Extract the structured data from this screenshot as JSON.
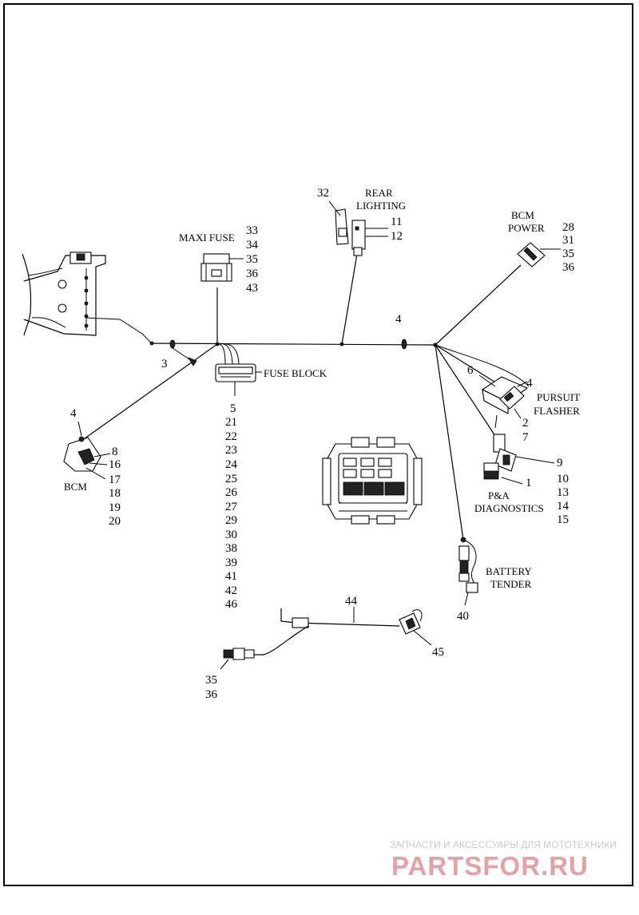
{
  "labels": {
    "maxi_fuse": "MAXI FUSE",
    "rear_lighting_1": "REAR",
    "rear_lighting_2": "LIGHTING",
    "bcm_power_1": "BCM",
    "bcm_power_2": "POWER",
    "fuse_block": "FUSE BLOCK",
    "bcm": "BCM",
    "pursuit_flasher_1": "PURSUIT",
    "pursuit_flasher_2": "FLASHER",
    "pa_diagnostics_1": "P&A",
    "pa_diagnostics_2": "DIAGNOSTICS",
    "battery_tender_1": "BATTERY",
    "battery_tender_2": "TENDER"
  },
  "callouts": {
    "maxi_fuse": [
      "33",
      "34",
      "35",
      "36",
      "43"
    ],
    "rear_lighting_clip": "32",
    "rear_lighting": [
      "11",
      "12"
    ],
    "bcm_power": [
      "28",
      "31",
      "35",
      "36"
    ],
    "harness_clip_right": "4",
    "harness_clip_left": "3",
    "fuse_block": [
      "5",
      "21",
      "22",
      "23",
      "24",
      "25",
      "26",
      "27",
      "29",
      "30",
      "38",
      "39",
      "41",
      "42",
      "46"
    ],
    "bcm_clip": "4",
    "bcm": [
      "8",
      "16",
      "17",
      "18",
      "19",
      "20"
    ],
    "pursuit_flasher_left": "6",
    "pursuit_flasher_right": "4",
    "pursuit_flasher_lower": [
      "2",
      "7"
    ],
    "pa_diagnostics_side": "9",
    "pa_diagnostics": [
      "1",
      "10",
      "13",
      "14",
      "15"
    ],
    "battery_tender": "40",
    "extension_harness": "44",
    "extension_connector": "45",
    "extension_plug": [
      "35",
      "36"
    ]
  },
  "watermark": {
    "line1": "ЗАПЧАСТИ И АКСЕССУАРЫ ДЛЯ МОТОТЕХНИКИ",
    "line2": "PARTSFOR.RU"
  }
}
